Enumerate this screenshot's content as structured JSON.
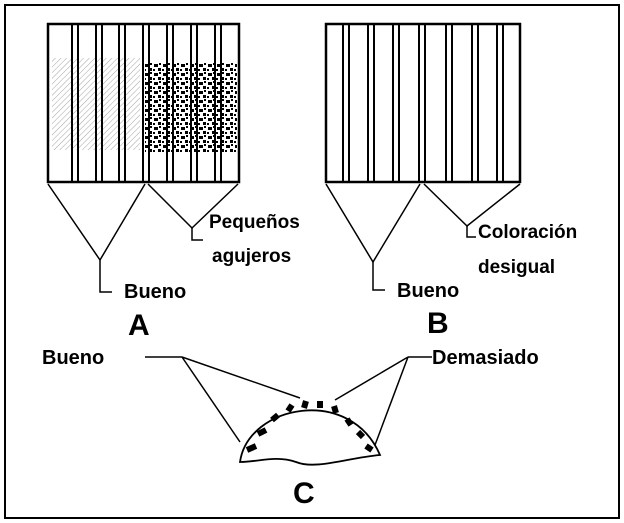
{
  "panels": {
    "a": {
      "letter": "A",
      "good_label": "Bueno",
      "defect_label_line1": "Pequeños",
      "defect_label_line2": "agujeros"
    },
    "b": {
      "letter": "B",
      "good_label": "Bueno",
      "defect_label_line1": "Coloración",
      "defect_label_line2": "desigual"
    },
    "c": {
      "letter": "C",
      "good_label": "Bueno",
      "excess_label": "Demasiado"
    }
  },
  "colors": {
    "ink": "#000000",
    "paper": "#ffffff"
  }
}
